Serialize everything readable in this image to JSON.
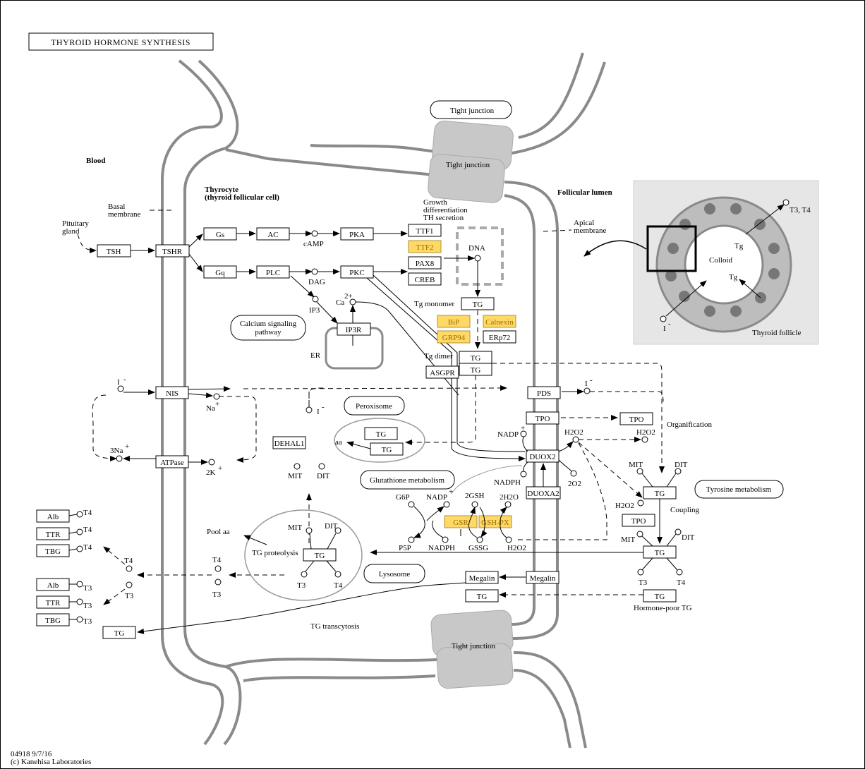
{
  "title": "THYROID HORMONE SYNTHESIS",
  "regions": {
    "blood": "Blood",
    "thyrocyte": [
      "Thyrocyte",
      "(thyroid follicular cell)"
    ],
    "follicular_lumen": "Follicular lumen",
    "basal_membrane": [
      "Basal",
      "membrane"
    ],
    "apical_membrane": [
      "Apical",
      "membrane"
    ],
    "pituitary_gland": [
      "Pituitary",
      "gland"
    ],
    "er": "ER",
    "growth_text": [
      "Growth",
      "differentiation",
      "TH secretion"
    ]
  },
  "tight_junction": "Tight junction",
  "genes": {
    "tsh": "TSH",
    "tshr": "TSHR",
    "gs": "Gs",
    "gq": "Gq",
    "ac": "AC",
    "plc": "PLC",
    "pka": "PKA",
    "pkc": "PKC",
    "ttf1": "TTF1",
    "ttf2": "TTF2",
    "pax8": "PAX8",
    "creb": "CREB",
    "tg": "TG",
    "bip": "BiP",
    "calnexin": "Calnexin",
    "grp94": "GRP94",
    "erp72": "ERp72",
    "asgpr": "ASGPR",
    "ip3r": "IP3R",
    "nis": "NIS",
    "atpase": "ATPase",
    "pds": "PDS",
    "tpo": "TPO",
    "duox2": "DUOX2",
    "duoxa2": "DUOXA2",
    "dehal1": "DEHAL1",
    "gsr": "GSR",
    "gshpx": "GSH-PX",
    "megalin": "Megalin",
    "alb": "Alb",
    "ttr": "TTR",
    "tbg": "TBG"
  },
  "compounds": {
    "camp": "cAMP",
    "dag": "DAG",
    "ip3": "IP3",
    "ca": "Ca",
    "ca_charge": "2+",
    "dna": "DNA",
    "i": "I",
    "i_minus": "-",
    "na": "Na",
    "plus": "+",
    "three_na": "3Na",
    "two_k": "2K",
    "nadp": "NADP",
    "nadph": "NADPH",
    "h2o2": "H2O2",
    "two_o2": "2O2",
    "g6p": "G6P",
    "p5p": "P5P",
    "two_gsh": "2GSH",
    "gssg": "GSSG",
    "two_h2o": "2H2O",
    "mit": "MIT",
    "dit": "DIT",
    "t3": "T3",
    "t4": "T4",
    "aa": "aa",
    "pool_aa": "Pool aa",
    "t3_t4": "T3, T4"
  },
  "labels": {
    "tg_monomer": "Tg monomer",
    "tg_dimer": "Tg dimer",
    "tg_proteolysis": "TG proteolysis",
    "tg_transcytosis": "TG transcytosis",
    "organification": "Organification",
    "coupling": "Coupling",
    "hormone_poor_tg": "Hormone-poor TG",
    "colloid": "Colloid",
    "thyroid_follicle": "Thyroid follicle",
    "tg_lower": "Tg"
  },
  "maps": {
    "calcium": [
      "Calcium signaling",
      "pathway"
    ],
    "peroxisome": "Peroxisome",
    "glutathione": "Glutathione metabolism",
    "lysosome": "Lysosome",
    "tyrosine": "Tyrosine metabolism"
  },
  "footer": [
    "04918 9/7/16",
    "(c) Kanehisa Laboratories"
  ],
  "colors": {
    "highlight": "#ffd966",
    "membrane": "#8a8a8a",
    "tight_junction": "#c8c8c8",
    "inset_bg": "#e6e6e6"
  }
}
